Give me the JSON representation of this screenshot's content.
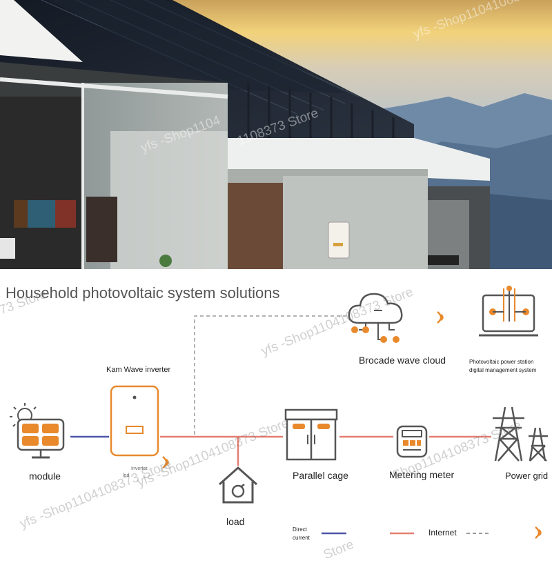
{
  "title": "Household photovoltaic system solutions",
  "nodes": {
    "module": "module",
    "inverter": "Kam Wave inverter",
    "inverter_sub_1": "Inverter",
    "inverter_sub_2": "led",
    "cloud": "Brocade wave cloud",
    "management_1": "Photovoltaic power station",
    "management_2": "digital management system",
    "load": "load",
    "parallel_cage": "Parallel cage",
    "meter": "Metering meter",
    "grid": "Power grid"
  },
  "legend": {
    "dc_1": "Direct",
    "dc_2": "current",
    "internet": "Internet"
  },
  "watermarks": {
    "shop": "yfs -Shop1104108373 Store",
    "shop_partial_1": "yfs -Shop11041083",
    "shop_partial_2": "1108373 Store",
    "shop_partial_3": "73 Store",
    "shop_partial_4": "Store",
    "shop_partial_5": "yfs -Shop1104",
    "shop_partial_6": "Shop1104108373 Store"
  },
  "colors": {
    "accent_orange": "#e8892c",
    "dc_line": "#4b55a8",
    "ac_line": "#e57c70",
    "internet_line": "#9a9a9a",
    "icon_stroke": "#555555"
  },
  "icons": [
    "sun-icon",
    "solar-panel-icon",
    "inverter-icon",
    "cloud-network-icon",
    "monitor-system-icon",
    "house-load-icon",
    "parallel-cage-icon",
    "electric-meter-icon",
    "power-tower-icon",
    "wifi-signal-icon"
  ]
}
